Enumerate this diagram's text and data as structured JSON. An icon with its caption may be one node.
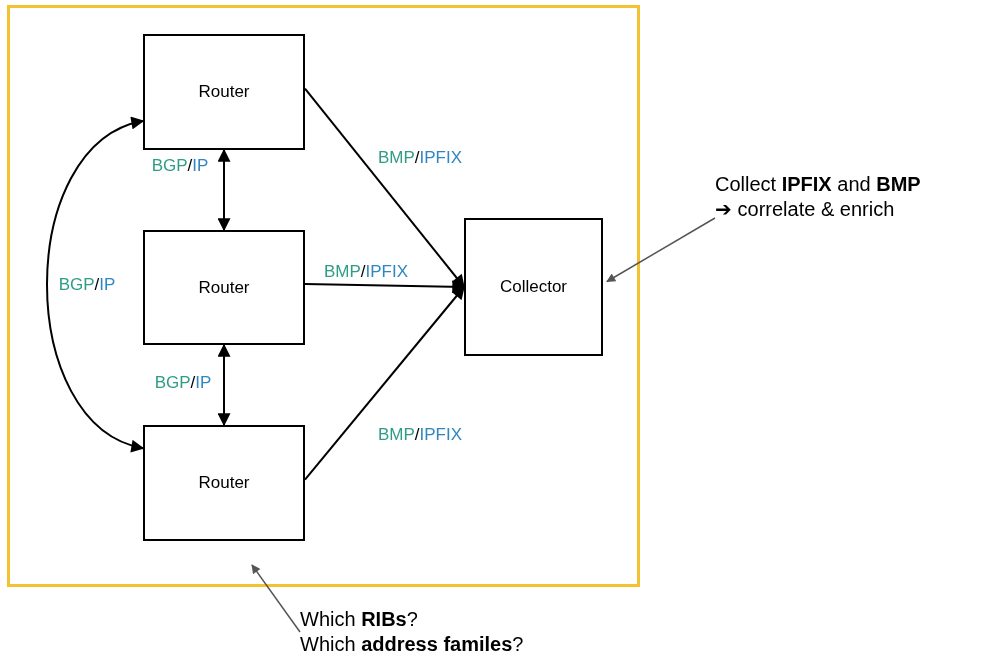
{
  "diagram": {
    "nodes": [
      {
        "text": [],
        "shape": "box"
      },
      {
        "text": [
          "Router"
        ],
        "in": 0
      },
      {
        "text": [
          "Router"
        ],
        "in": 0
      },
      {
        "text": [
          "Router"
        ],
        "in": 0
      },
      {
        "text": [
          "Collector"
        ],
        "in": 0
      },
      {
        "text": [
          "Collect **IPFIX** and **BMP**",
          "➔ correlate & enrich"
        ]
      },
      {
        "text": [
          "Which **RIBs**?",
          "Which **address familes**?"
        ]
      }
    ],
    "edges": [
      {
        "from": 1,
        "to": 4,
        "arrow": "to",
        "label": "BMP/IPFIX"
      },
      {
        "from": 2,
        "to": 4,
        "arrow": "to",
        "label": "BMP/IPFIX"
      },
      {
        "from": 3,
        "to": 4,
        "arrow": "to",
        "label": "BMP/IPFIX"
      },
      {
        "from": 1,
        "to": 2,
        "arrow": "both",
        "label": "BGP/IP"
      },
      {
        "from": 2,
        "to": 3,
        "arrow": "both",
        "label": "BGP/IP"
      },
      {
        "from": 1,
        "to": 3,
        "arrow": "both",
        "label": "BGP/IP"
      },
      {
        "from": 5,
        "to": 4,
        "arrow": "to",
        "color": "#555555"
      },
      {
        "from": 6,
        "to": 0,
        "arrow": "to",
        "color": "#555555"
      }
    ]
  }
}
